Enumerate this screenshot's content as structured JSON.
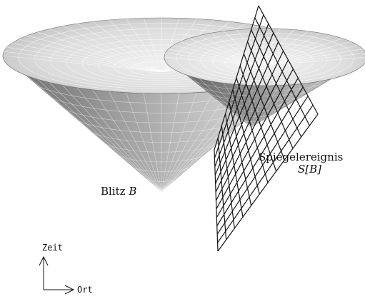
{
  "labels": {
    "flash_text": "Blitz ",
    "flash_var": "B",
    "mirror_event_line1": "Spiegelereignis",
    "mirror_event_line2": "S[B]",
    "time_axis": "Zeit",
    "space_axis": "Ort"
  },
  "colors": {
    "cone_light": "#ebebeb",
    "cone_mid": "#c8c8c8",
    "cone_dark": "#6f6f6f",
    "mesh_line": "#141414",
    "text": "#111111"
  }
}
